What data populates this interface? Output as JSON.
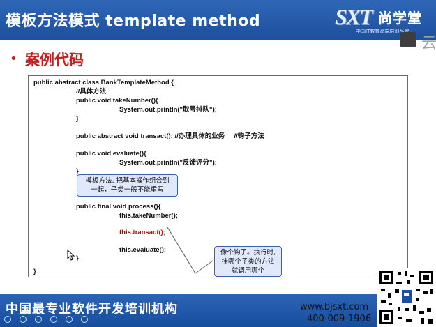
{
  "slide": {
    "title": "模板方法模式 template method",
    "section": "案例代码",
    "bullet": "•"
  },
  "logo": {
    "brand": "SXT",
    "brand_cn": "尚学堂",
    "subtitle": "中国IT教育高端培训品牌"
  },
  "corner": {
    "text": "云"
  },
  "code_lines": [
    "public abstract class BankTemplateMethod {",
    "//具体方法",
    "public void takeNumber(){",
    "System.out.println(\"取号排队\");",
    "}",
    "public abstract void transact(); //办理具体的业务     //钩子方法",
    "public void evaluate(){",
    "System.out.println(\"反馈评分\");",
    "}",
    "public final void process(){",
    "this.takeNumber();",
    "this.transact();",
    "this.evaluate();",
    "}",
    "}"
  ],
  "callouts": {
    "template": [
      "模板方法, 把基本操作组合到",
      "一起，子类一般不能重写"
    ],
    "hook": [
      "像个钩子。执行时,",
      "挂哪个子类的方法",
      "就调用哪个"
    ]
  },
  "footer": {
    "slogan": "中国最专业软件开发培训机构",
    "website": "www.bjsxt.com",
    "phone": "400-009-1906"
  },
  "colors": {
    "header_blue": "#2f67b6",
    "accent_red": "#c81f1f",
    "code_red": "#c40000",
    "callout_fill": "#dfe9fb"
  },
  "icons": [
    "cursor-icon",
    "qr-code-icon",
    "player-control-icons"
  ]
}
